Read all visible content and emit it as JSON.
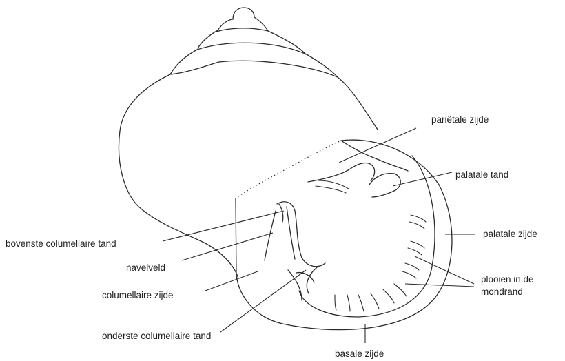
{
  "labels": {
    "parietale_zijde": "pariëtale zijde",
    "palatale_tand": "palatale tand",
    "palatale_zijde": "palatale zijde",
    "plooien_line1": "plooien in de",
    "plooien_line2": "mondrand",
    "bovenste_columellaire_tand": "bovenste columellaire tand",
    "navelveld": "navelveld",
    "columellaire_zijde": "columellaire zijde",
    "onderste_columellaire_tand": "onderste columellaire tand",
    "basale_zijde": "basale zijde"
  },
  "colors": {
    "ink": "#2b2b2b",
    "text": "#222222",
    "background": "#ffffff"
  }
}
